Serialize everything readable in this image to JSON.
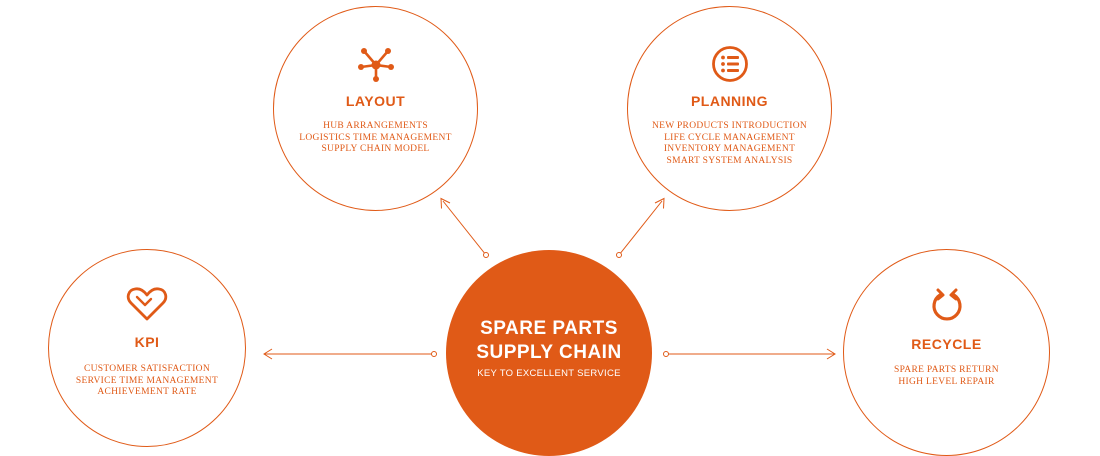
{
  "center": {
    "title_line1": "SPARE PARTS",
    "title_line2": "SUPPLY CHAIN",
    "subtitle": "KEY TO EXCELLENT SERVICE"
  },
  "nodes": {
    "layout": {
      "icon": "network-nodes-icon",
      "title": "LAYOUT",
      "items": [
        "HUB ARRANGEMENTS",
        "LOGISTICS TIME MANAGEMENT",
        "SUPPLY CHAIN MODEL"
      ]
    },
    "planning": {
      "icon": "list-icon",
      "title": "PLANNING",
      "items": [
        "NEW PRODUCTS INTRODUCTION",
        "LIFE CYCLE MANAGEMENT",
        "INVENTORY MANAGEMENT",
        "SMART SYSTEM ANALYSIS"
      ]
    },
    "kpi": {
      "icon": "heart-icon",
      "title": "KPI",
      "items": [
        "CUSTOMER SATISFACTION",
        "SERVICE TIME MANAGEMENT",
        "ACHIEVEMENT RATE"
      ]
    },
    "recycle": {
      "icon": "recycle-icon",
      "title": "RECYCLE",
      "items": [
        "SPARE PARTS RETURN",
        "HIGH LEVEL REPAIR"
      ]
    }
  },
  "colors": {
    "accent": "#e05a17",
    "background": "#ffffff"
  }
}
